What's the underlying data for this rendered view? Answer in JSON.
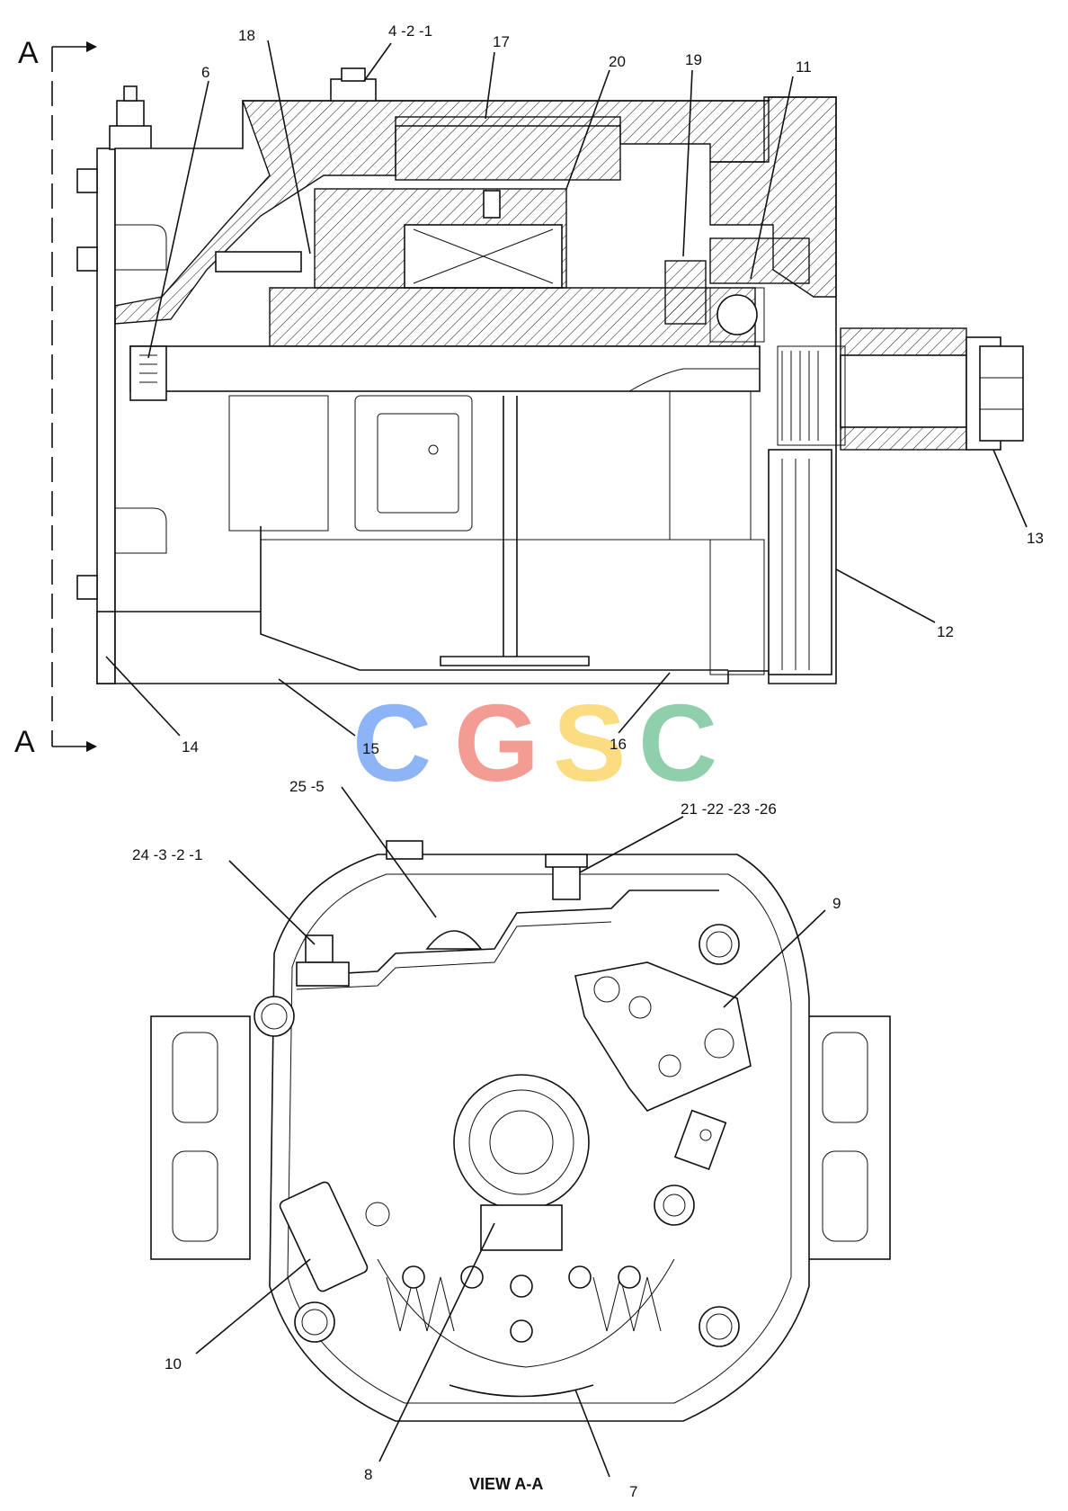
{
  "section_marker": {
    "top_letter": "A",
    "bottom_letter": "A"
  },
  "callouts": {
    "c_4_2_1": "4 -2 -1",
    "c_18": "18",
    "c_17": "17",
    "c_20": "20",
    "c_19": "19",
    "c_11": "11",
    "c_6": "6",
    "c_13": "13",
    "c_12": "12",
    "c_14": "14",
    "c_15": "15",
    "c_16": "16",
    "c_25_5": "25 -5",
    "c_21_22_23_26": "21 -22 -23 -26",
    "c_24_3_2_1": "24 -3 -2 -1",
    "c_9": "9",
    "c_10": "10",
    "c_8": "8",
    "c_7": "7"
  },
  "view_caption": "VIEW A-A",
  "watermark": {
    "letters": [
      "C",
      "G",
      "S",
      "C"
    ],
    "colors": [
      "#7aa7f5",
      "#f28b82",
      "#fbd66b",
      "#7dc79e"
    ]
  }
}
